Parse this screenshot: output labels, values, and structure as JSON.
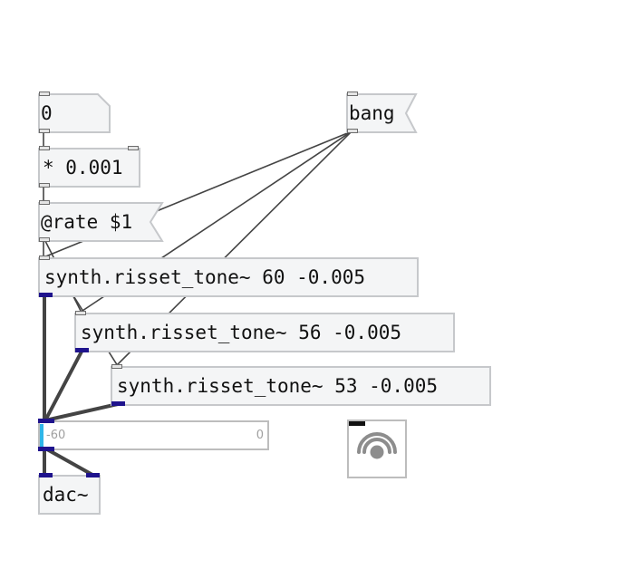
{
  "objects": {
    "num_box": "0",
    "mul_box": "* 0.001",
    "rate_msg": "@rate $1",
    "bang_msg": "bang",
    "synth1": "synth.risset_tone~ 60 -0.005",
    "synth2": "synth.risset_tone~ 56 -0.005",
    "synth3": "synth.risset_tone~ 53 -0.005",
    "dac": "dac~"
  },
  "gain_slider": {
    "min_label": "-60",
    "max_label": "0",
    "value": -60
  },
  "audio_toggle_icon": "speaker-waves-icon",
  "colors": {
    "box_fill": "#f4f5f6",
    "box_border": "#c6c8cb",
    "signal_port": "#1f138d",
    "wire": "#444444",
    "slider_knob": "#2fb6e8"
  }
}
